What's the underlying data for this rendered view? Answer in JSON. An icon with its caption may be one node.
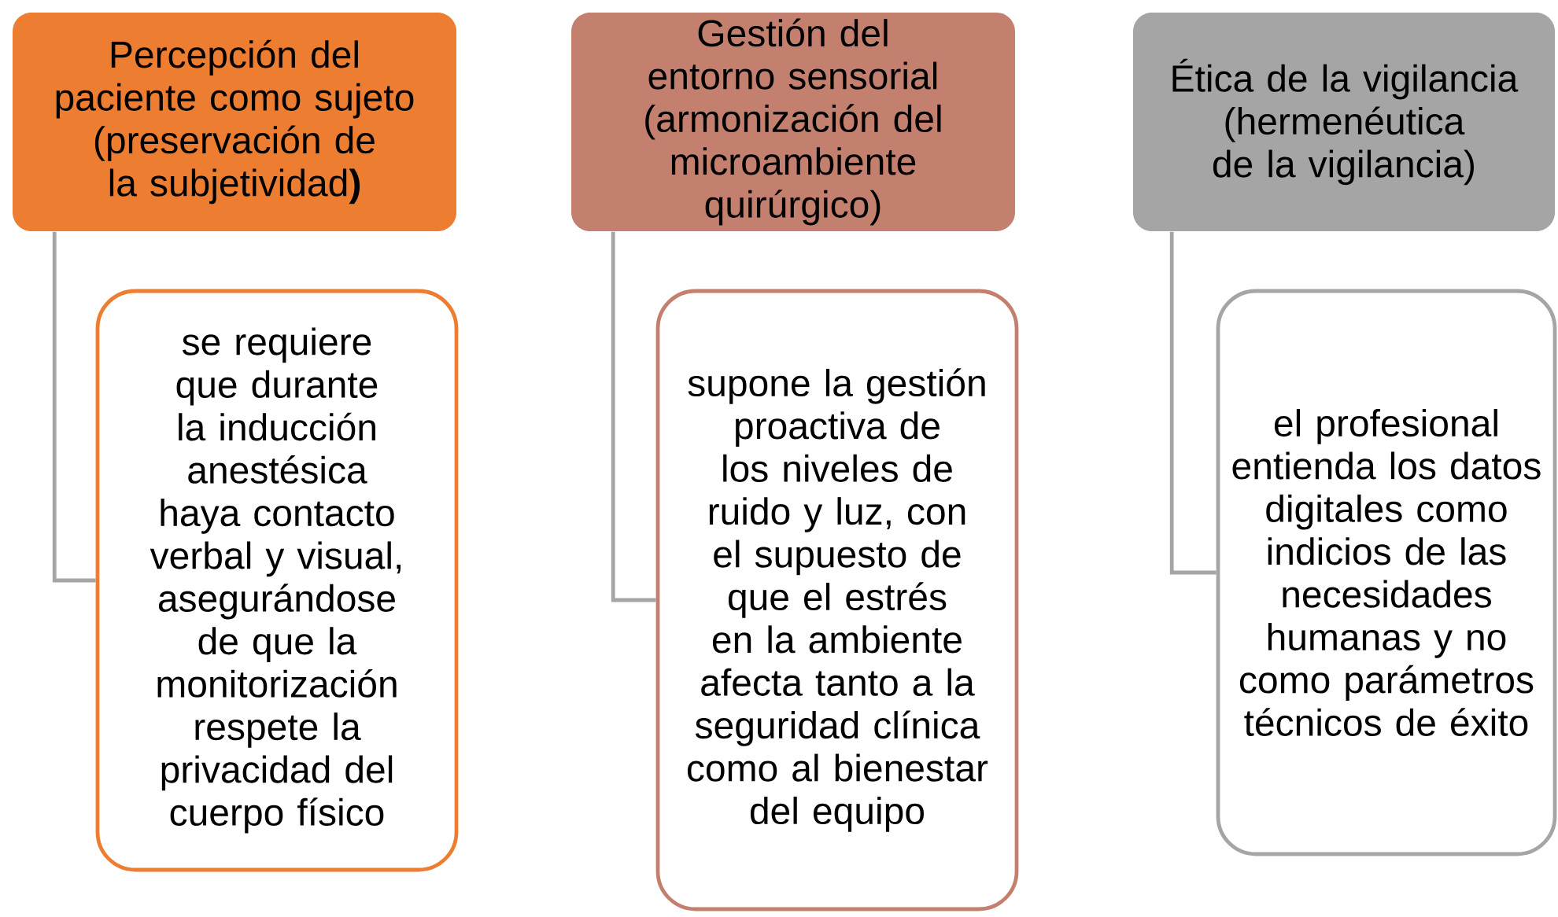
{
  "diagram": {
    "nodes": [
      {
        "text": [
          "Percepción del paciente como sujeto (preservación de la subjetividad**)**"
        ]
      },
      {
        "text": [
          "se requiere que durante la inducción anestésica haya contacto verbal y visual, asegurándose de que la monitorización respete la privacidad del cuerpo físico"
        ]
      },
      {
        "text": [
          "Gestión del entorno sensorial (armonización del microambiente quirúrgico)"
        ]
      },
      {
        "text": [
          "supone la gestión proactiva de los niveles de ruido y luz, con el supuesto de que el estrés en la ambiente afecta tanto a la seguridad clínica como al bienestar del equipo"
        ]
      },
      {
        "text": [
          "Ética de la vigilancia (hermenéutica de la vigilancia)"
        ]
      },
      {
        "text": [
          "el profesional entienda los datos digitales como indicios de las necesidades humanas y no como parámetros técnicos de éxito"
        ]
      }
    ],
    "edges": [
      {
        "from": 0,
        "to": 1,
        "arrow": "none"
      },
      {
        "from": 2,
        "to": 3,
        "arrow": "none"
      },
      {
        "from": 4,
        "to": 5,
        "arrow": "none"
      }
    ]
  }
}
